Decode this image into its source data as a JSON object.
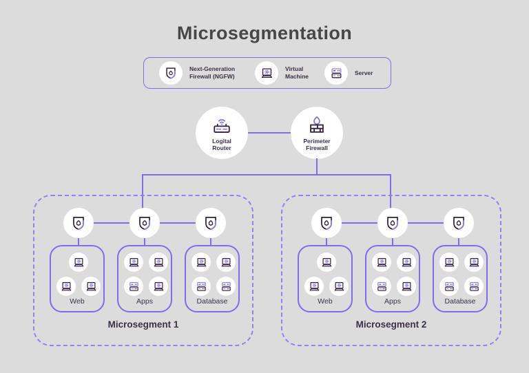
{
  "title": "Microsegmentation",
  "colors": {
    "background": "#dcdcdc",
    "accent_purple": "#7e6ceb",
    "accent_purple_light": "#9181f2",
    "icon_dark": "#33203f",
    "text": "#3b3147",
    "title_text": "#474747",
    "node_fill": "#ffffff"
  },
  "legend": {
    "items": [
      {
        "icon": "ngfw-shield-icon",
        "label": "Next-Generation\nFirewall (NGFW)"
      },
      {
        "icon": "virtual-machine-icon",
        "label": "Virtual\nMachine"
      },
      {
        "icon": "server-icon",
        "label": "Server"
      }
    ]
  },
  "core_nodes": {
    "router": {
      "icon": "router-icon",
      "label": "Logital\nRouter"
    },
    "firewall": {
      "icon": "perimeter-firewall-icon",
      "label": "Perimeter\nFirewall"
    }
  },
  "microsegments": [
    {
      "label": "Microsegment 1",
      "groups": [
        {
          "label": "Web",
          "icons": [
            "virtual-machine",
            "virtual-machine",
            "virtual-machine"
          ]
        },
        {
          "label": "Apps",
          "icons": [
            "virtual-machine",
            "virtual-machine",
            "server",
            "virtual-machine"
          ]
        },
        {
          "label": "Database",
          "icons": [
            "virtual-machine",
            "virtual-machine",
            "server",
            "server"
          ]
        }
      ]
    },
    {
      "label": "Microsegment 2",
      "groups": [
        {
          "label": "Web",
          "icons": [
            "virtual-machine",
            "virtual-machine",
            "virtual-machine"
          ]
        },
        {
          "label": "Apps",
          "icons": [
            "virtual-machine",
            "virtual-machine",
            "server",
            "virtual-machine"
          ]
        },
        {
          "label": "Database",
          "icons": [
            "virtual-machine",
            "virtual-machine",
            "server",
            "server"
          ]
        }
      ]
    }
  ]
}
